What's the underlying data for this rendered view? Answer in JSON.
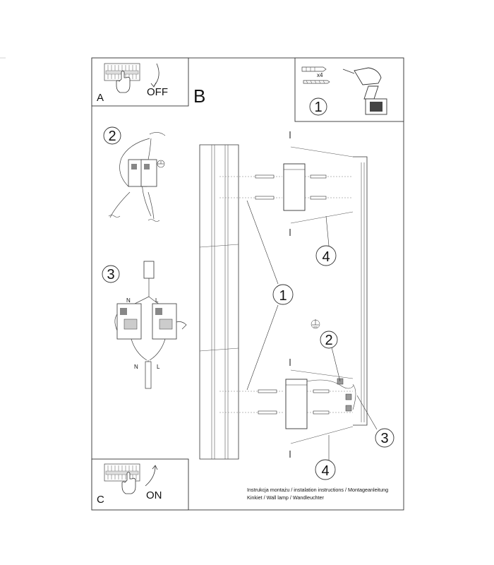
{
  "panels": {
    "a": {
      "letter": "A",
      "switch_text": "OFF"
    },
    "b": {
      "letter": "B"
    },
    "c": {
      "letter": "C",
      "switch_text": "ON"
    }
  },
  "tools": {
    "count_label": "x4",
    "step": "1"
  },
  "steps": {
    "s2": "2",
    "s3": "3",
    "main_1": "1",
    "main_4_top": "4",
    "main_4_bottom": "4",
    "main_2": "2",
    "main_3": "3"
  },
  "wires": {
    "n_top": "N",
    "l_top": "L",
    "n_bottom": "N",
    "l_bottom": "L"
  },
  "caption": {
    "line1": "Instrukcja montażu / instalation instructions / Montageanleitung",
    "line2": "Kinkiet / Wall lamp / Wandleuchter"
  }
}
